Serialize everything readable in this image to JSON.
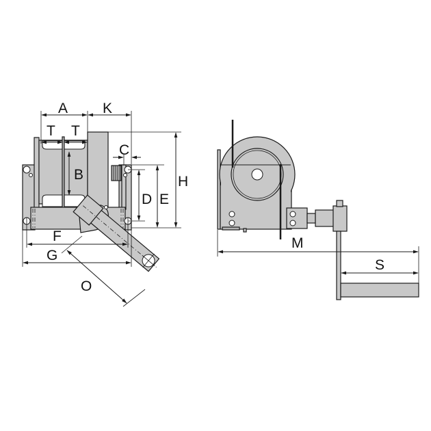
{
  "diagram": {
    "title": "Hand winch dimension drawing",
    "views": [
      "front-view",
      "side-view"
    ],
    "colors": {
      "part_fill": "#c8c8c8",
      "outline": "#1a1a1a",
      "background": "#ffffff"
    },
    "dimension_labels": {
      "A": "A",
      "K": "K",
      "T1": "T",
      "T2": "T",
      "B": "B",
      "C": "C",
      "D": "D",
      "E": "E",
      "H": "H",
      "F": "F",
      "G": "G",
      "O": "O",
      "M": "M",
      "S": "S"
    }
  }
}
